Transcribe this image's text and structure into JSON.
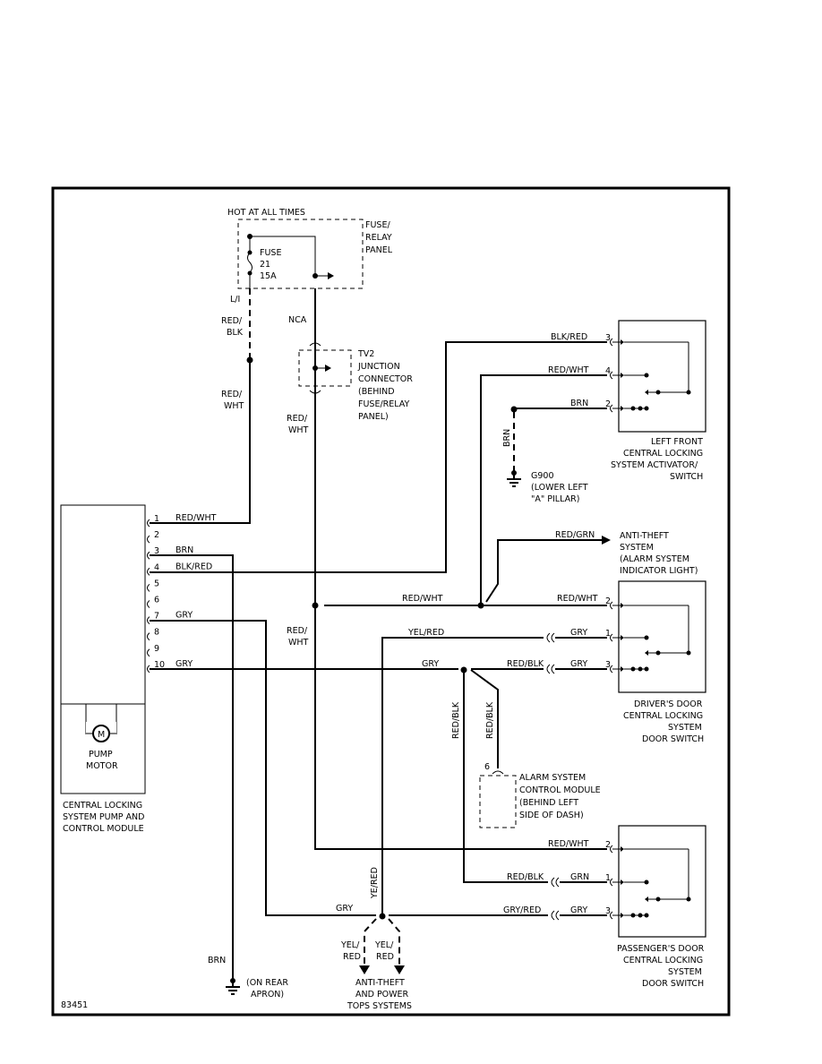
{
  "diagram_id": "83451",
  "header": {
    "hot_at_all_times": "HOT AT ALL TIMES"
  },
  "fuse_panel": {
    "label_lines": [
      "FUSE/",
      "RELAY",
      "PANEL"
    ],
    "fuse_lines": [
      "FUSE",
      "21",
      "15A"
    ]
  },
  "connector_tv2": {
    "label_lines": [
      "TV2",
      "JUNCTION",
      "CONNECTOR",
      "(BEHIND",
      "FUSE/RELAY",
      "PANEL)"
    ]
  },
  "wire_labels": {
    "li": "L/I",
    "red_blk_1": "RED/",
    "red_blk_2": "BLK",
    "red_wht_a1": "RED/",
    "red_wht_a2": "WHT",
    "nca": "NCA",
    "red_wht_b1": "RED/",
    "red_wht_b2": "WHT",
    "red_wht_c1": "RED/",
    "red_wht_c2": "WHT",
    "blk_red_top": "BLK/RED",
    "red_wht_top": "RED/WHT",
    "brn_top": "BRN",
    "brn_vertical": "BRN",
    "red_grn": "RED/GRN",
    "red_wht_mid_left": "RED/WHT",
    "red_wht_mid_right": "RED/WHT",
    "yel_red_mid": "YEL/RED",
    "gry_drv1": "GRY",
    "gry_mid": "GRY",
    "red_blk_drv": "RED/BLK",
    "gry_drv3": "GRY",
    "red_blk_v1": "RED/BLK",
    "red_blk_v2": "RED/BLK",
    "red_wht_pass": "RED/WHT",
    "red_blk_pass": "RED/BLK",
    "grn_pass": "GRN",
    "ye_red_v": "YE/RED",
    "gry_bottom": "GRY",
    "gry_red_pass": "GRY/RED",
    "gry_pass3": "GRY",
    "yel_red_l1": "YEL/",
    "yel_red_l2": "RED",
    "yel_red_r1": "YEL/",
    "yel_red_r2": "RED",
    "brn_bottom": "BRN"
  },
  "module_pins": [
    {
      "num": "1",
      "wire": "RED/WHT"
    },
    {
      "num": "2",
      "wire": ""
    },
    {
      "num": "3",
      "wire": "BRN"
    },
    {
      "num": "4",
      "wire": "BLK/RED"
    },
    {
      "num": "5",
      "wire": ""
    },
    {
      "num": "6",
      "wire": ""
    },
    {
      "num": "7",
      "wire": "GRY"
    },
    {
      "num": "8",
      "wire": ""
    },
    {
      "num": "9",
      "wire": ""
    },
    {
      "num": "10",
      "wire": "GRY"
    }
  ],
  "pump_motor": {
    "symbol": "M",
    "label_lines": [
      "PUMP",
      "MOTOR"
    ]
  },
  "module_label_lines": [
    "CENTRAL LOCKING",
    "SYSTEM PUMP AND",
    "CONTROL MODULE"
  ],
  "left_front_switch": {
    "pins": [
      "3",
      "4",
      "2"
    ],
    "label_lines": [
      "LEFT FRONT",
      "CENTRAL LOCKING",
      "SYSTEM ACTIVATOR/",
      "SWITCH"
    ]
  },
  "ground_g900": {
    "label_lines": [
      "G900",
      "(LOWER LEFT",
      "\"A\" PILLAR)"
    ]
  },
  "anti_theft": {
    "label_lines": [
      "ANTI-THEFT",
      "SYSTEM",
      "(ALARM SYSTEM",
      "INDICATOR LIGHT)"
    ]
  },
  "drivers_door_switch": {
    "pins": [
      "2",
      "1",
      "3"
    ],
    "label_lines": [
      "DRIVER'S DOOR",
      "CENTRAL LOCKING",
      "SYSTEM",
      "DOOR SWITCH"
    ]
  },
  "alarm_module": {
    "pin": "6",
    "label_lines": [
      "ALARM SYSTEM",
      "CONTROL MODULE",
      "(BEHIND LEFT",
      "SIDE OF DASH)"
    ]
  },
  "passengers_door_switch": {
    "pins": [
      "2",
      "1",
      "3"
    ],
    "label_lines": [
      "PASSENGER'S DOOR",
      "CENTRAL LOCKING",
      "SYSTEM",
      "DOOR SWITCH"
    ]
  },
  "rear_apron_ground": {
    "label_lines": [
      "(ON REAR",
      "APRON)"
    ]
  },
  "anti_theft_power_tops": {
    "label_lines": [
      "ANTI-THEFT",
      "AND POWER",
      "TOPS SYSTEMS"
    ]
  }
}
